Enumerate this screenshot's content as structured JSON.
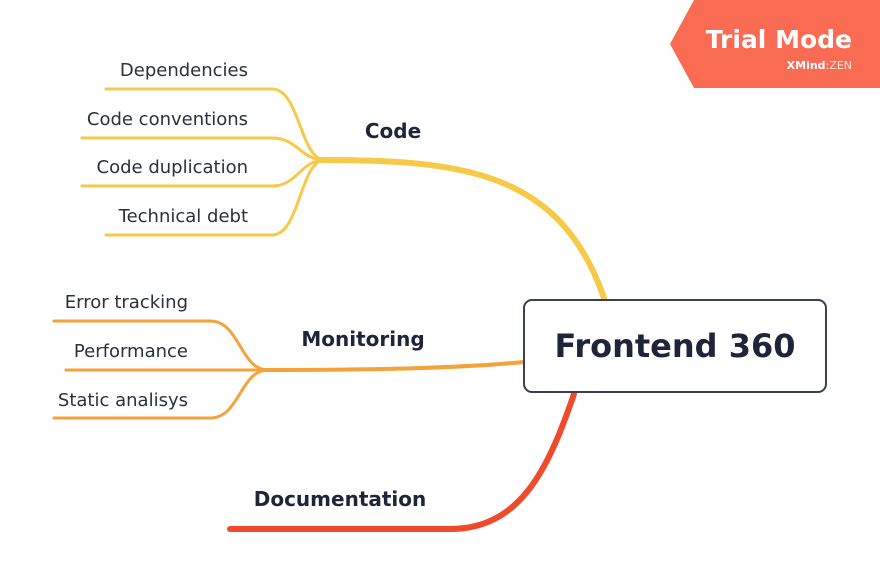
{
  "central": {
    "label": "Frontend 360"
  },
  "branches": {
    "code": {
      "label": "Code",
      "color": "#f7c948",
      "children": [
        "Dependencies",
        "Code conventions",
        "Code duplication",
        "Technical debt"
      ]
    },
    "monitoring": {
      "label": "Monitoring",
      "color": "#f5a23a",
      "children": [
        "Error tracking",
        "Performance",
        "Static analisys"
      ]
    },
    "documentation": {
      "label": "Documentation",
      "color": "#ee4b2b",
      "children": []
    }
  },
  "watermark": {
    "title": "Trial Mode",
    "brand_main": "XMind",
    "brand_sep": ":",
    "brand_sub": "ZEN",
    "color": "#fa6b54"
  }
}
